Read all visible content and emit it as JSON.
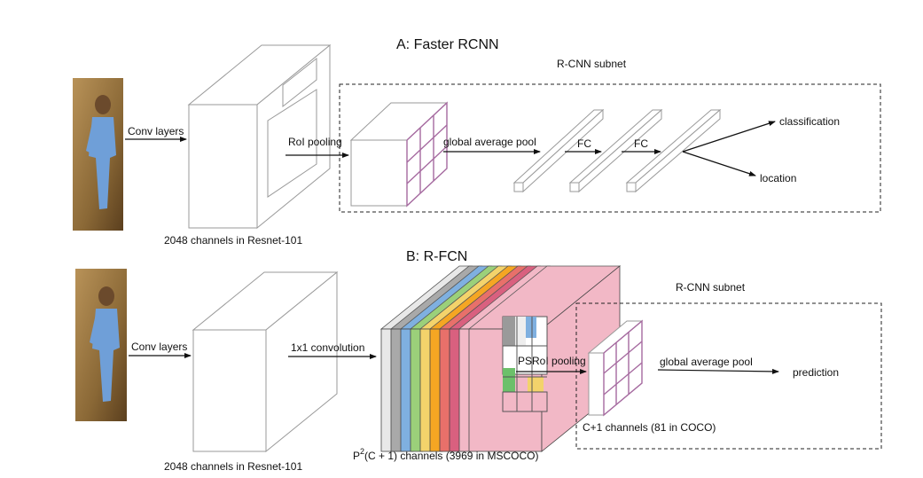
{
  "sections": {
    "a_title": "A: Faster RCNN",
    "b_title": "B: R-FCN"
  },
  "faster_rcnn": {
    "subnet_label": "R-CNN subnet",
    "conv_layers": "Conv layers",
    "resnet_caption": "2048 channels in Resnet-101",
    "roi_pooling": "RoI pooling",
    "global_avg_pool": "global average pool",
    "fc1": "FC",
    "fc2": "FC",
    "classification": "classification",
    "location": "location"
  },
  "rfcn": {
    "subnet_label": "R-CNN subnet",
    "conv_layers": "Conv layers",
    "resnet_caption": "2048 channels in Resnet-101",
    "conv1x1": "1x1 convolution",
    "psroi_pooling": "PSRoI pooling",
    "global_avg_pool": "global average pool",
    "prediction": "prediction",
    "channels_caption_prefix": "P",
    "channels_caption_sup": "2",
    "channels_caption_rest": "(C + 1)  channels (3969 in MSCOCO)",
    "cplus1_caption": "C+1 channels (81 in COCO)",
    "slice_colors": [
      "#e8e8e8",
      "#a9a9a9",
      "#7fb0e0",
      "#9bd07a",
      "#f3d36b",
      "#f5a623",
      "#e8706a",
      "#d9607f",
      "#f2b8c6",
      "#ffffff"
    ]
  }
}
